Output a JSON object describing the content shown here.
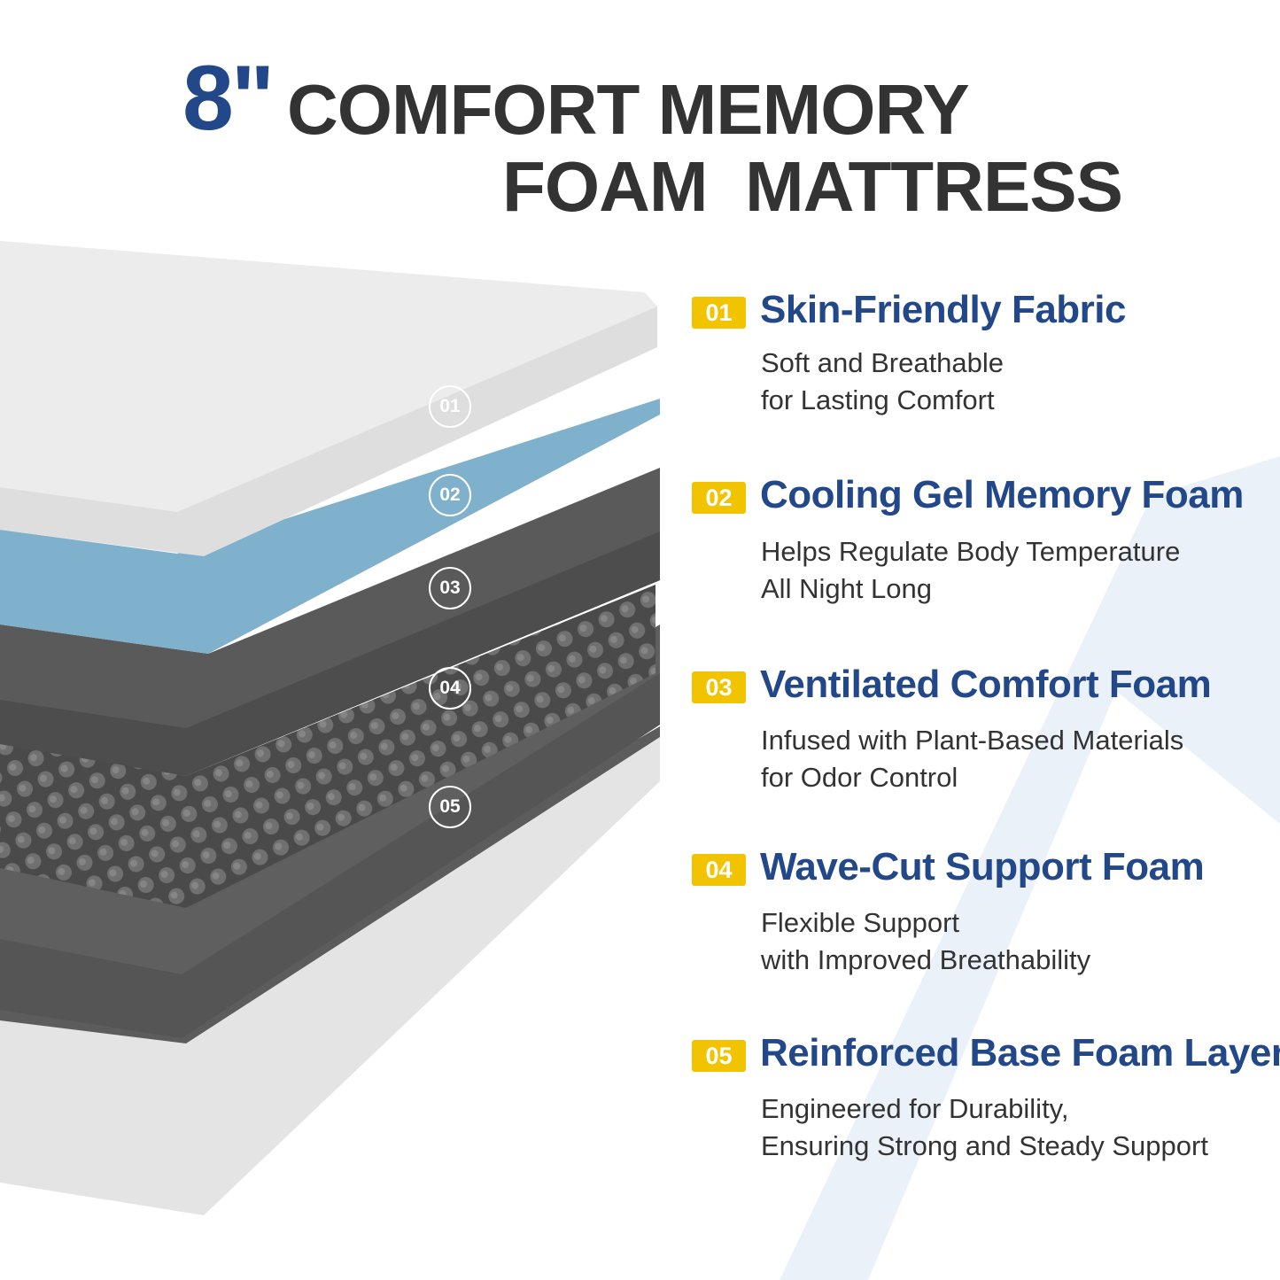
{
  "header": {
    "size": "8\"",
    "line1": "COMFORT MEMORY",
    "line2": "FOAM  MATTRESS"
  },
  "colors": {
    "brand_blue": "#23488a",
    "badge_yellow": "#f2c400",
    "text_dark": "#333333"
  },
  "layers": [
    {
      "number": "01",
      "title": "Skin-Friendly Fabric",
      "desc": [
        "Soft and Breathable",
        "for Lasting Comfort"
      ]
    },
    {
      "number": "02",
      "title": "Cooling Gel Memory Foam",
      "desc": [
        "Helps Regulate Body Temperature",
        "All Night Long"
      ]
    },
    {
      "number": "03",
      "title": "Ventilated Comfort Foam",
      "desc": [
        "Infused with Plant-Based Materials",
        "for Odor Control"
      ]
    },
    {
      "number": "04",
      "title": "Wave-Cut Support Foam",
      "desc": [
        "Flexible Support",
        "with Improved Breathability"
      ]
    },
    {
      "number": "05",
      "title": "Reinforced Base Foam Layer",
      "desc": [
        "Engineered for Durability,",
        "Ensuring Strong and Steady Support"
      ]
    }
  ]
}
